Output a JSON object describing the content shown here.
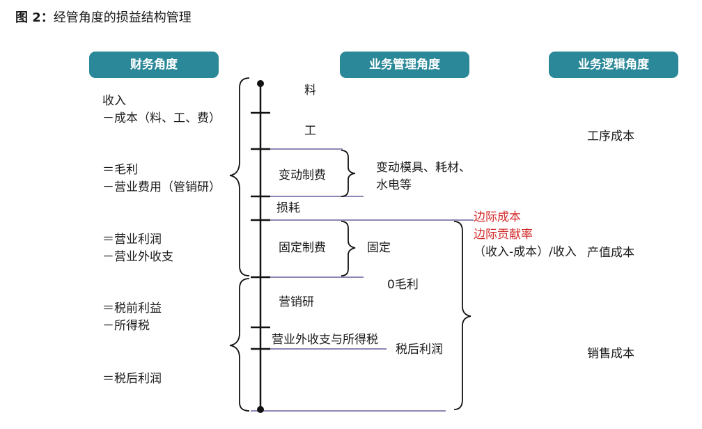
{
  "title": {
    "prefix": "图 2：",
    "text": "经管角度的损益结构管理"
  },
  "headers": {
    "finance": "财务角度",
    "business_mgmt": "业务管理角度",
    "business_logic": "业务逻辑角度"
  },
  "finance_lines": [
    "收入",
    "－成本（料、工、费）",
    "＝毛利",
    "－营业费用（管销研）",
    "＝营业利润",
    "－营业外收支",
    "＝税前利益",
    "－所得税",
    "＝税后利润"
  ],
  "mgmt_items": {
    "material": "料",
    "labor": "工",
    "variable_overhead": "变动制费",
    "variable_note_1": "变动模具、耗材、",
    "variable_note_2": "水电等",
    "loss": "损耗",
    "fixed_overhead": "固定制费",
    "fixed_note": "固定",
    "zero_gross": "0毛利",
    "sga": "营销研",
    "non_operating_tax": "营业外收支与所得税",
    "after_tax": "税后利润"
  },
  "contribution": {
    "marginal_cost": "边际成本",
    "marginal_contribution_rate": "边际贡献率",
    "formula": "（收入-成本）/收入"
  },
  "logic_items": {
    "process_cost": "工序成本",
    "output_cost": "产值成本",
    "sales_cost": "销售成本"
  },
  "colors": {
    "header_bg": "#2a8898",
    "accent_red": "#d22a2a",
    "divider": "#8e86b5"
  }
}
